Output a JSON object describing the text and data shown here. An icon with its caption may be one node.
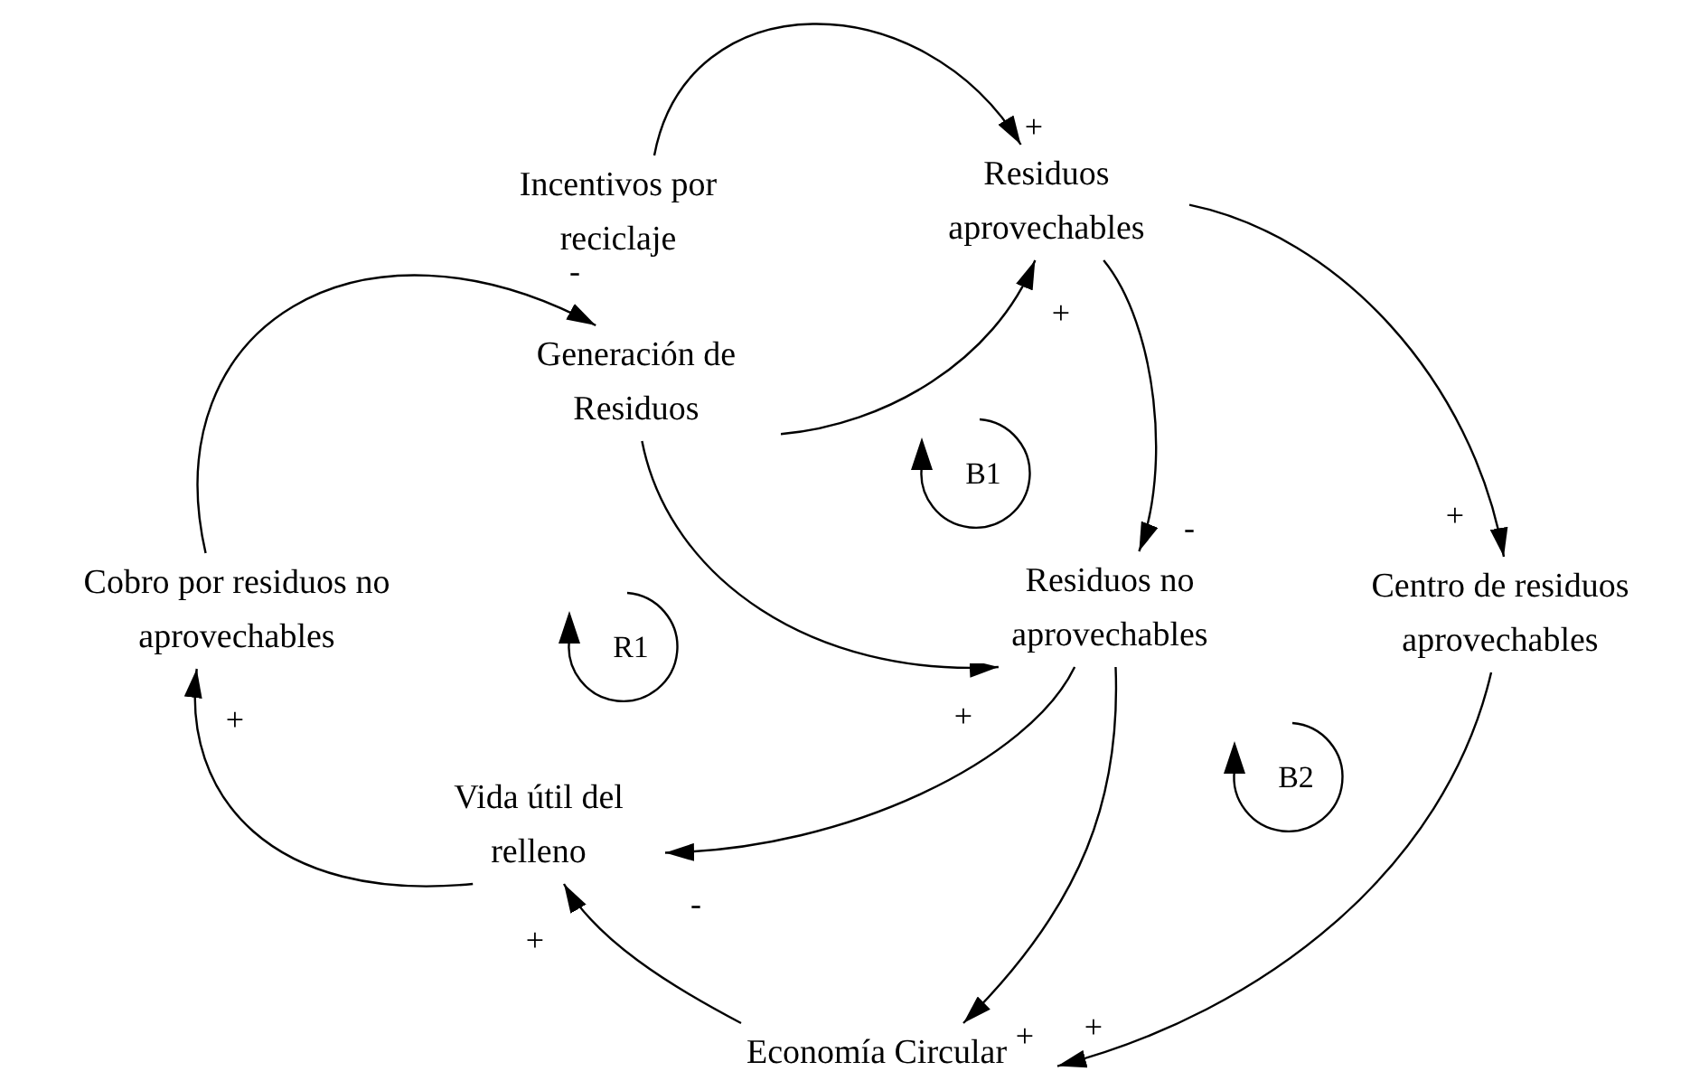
{
  "diagram": {
    "nodes": [
      {
        "text": [
          "Incentivos por reciclaje"
        ]
      },
      {
        "text": [
          "Residuos aprovechables"
        ]
      },
      {
        "text": [
          "Generación de Residuos"
        ]
      },
      {
        "text": [
          "Cobro por residuos no aprovechables"
        ]
      },
      {
        "text": [
          "Residuos no aprovechables"
        ]
      },
      {
        "text": [
          "Centro de residuos aprovechables"
        ]
      },
      {
        "text": [
          "Vida útil del relleno"
        ]
      },
      {
        "text": [
          "Economía Circular"
        ]
      }
    ],
    "edges": [
      {
        "from": 0,
        "to": 1,
        "arrow": "to",
        "label": "+"
      },
      {
        "from": 3,
        "to": 2,
        "arrow": "to",
        "label": "-"
      },
      {
        "from": 2,
        "to": 1,
        "arrow": "to",
        "label": "+"
      },
      {
        "from": 2,
        "to": 4,
        "arrow": "to",
        "label": "+"
      },
      {
        "from": 1,
        "to": 4,
        "arrow": "to",
        "label": "-"
      },
      {
        "from": 1,
        "to": 5,
        "arrow": "to",
        "label": "+"
      },
      {
        "from": 4,
        "to": 6,
        "arrow": "to",
        "label": "-"
      },
      {
        "from": 4,
        "to": 7,
        "arrow": "to",
        "label": "+"
      },
      {
        "from": 5,
        "to": 7,
        "arrow": "to",
        "label": "+"
      },
      {
        "from": 7,
        "to": 6,
        "arrow": "to",
        "label": "+"
      },
      {
        "from": 6,
        "to": 3,
        "arrow": "to",
        "label": "+"
      }
    ],
    "labels": [
      "B1",
      "R1",
      "B2"
    ]
  }
}
